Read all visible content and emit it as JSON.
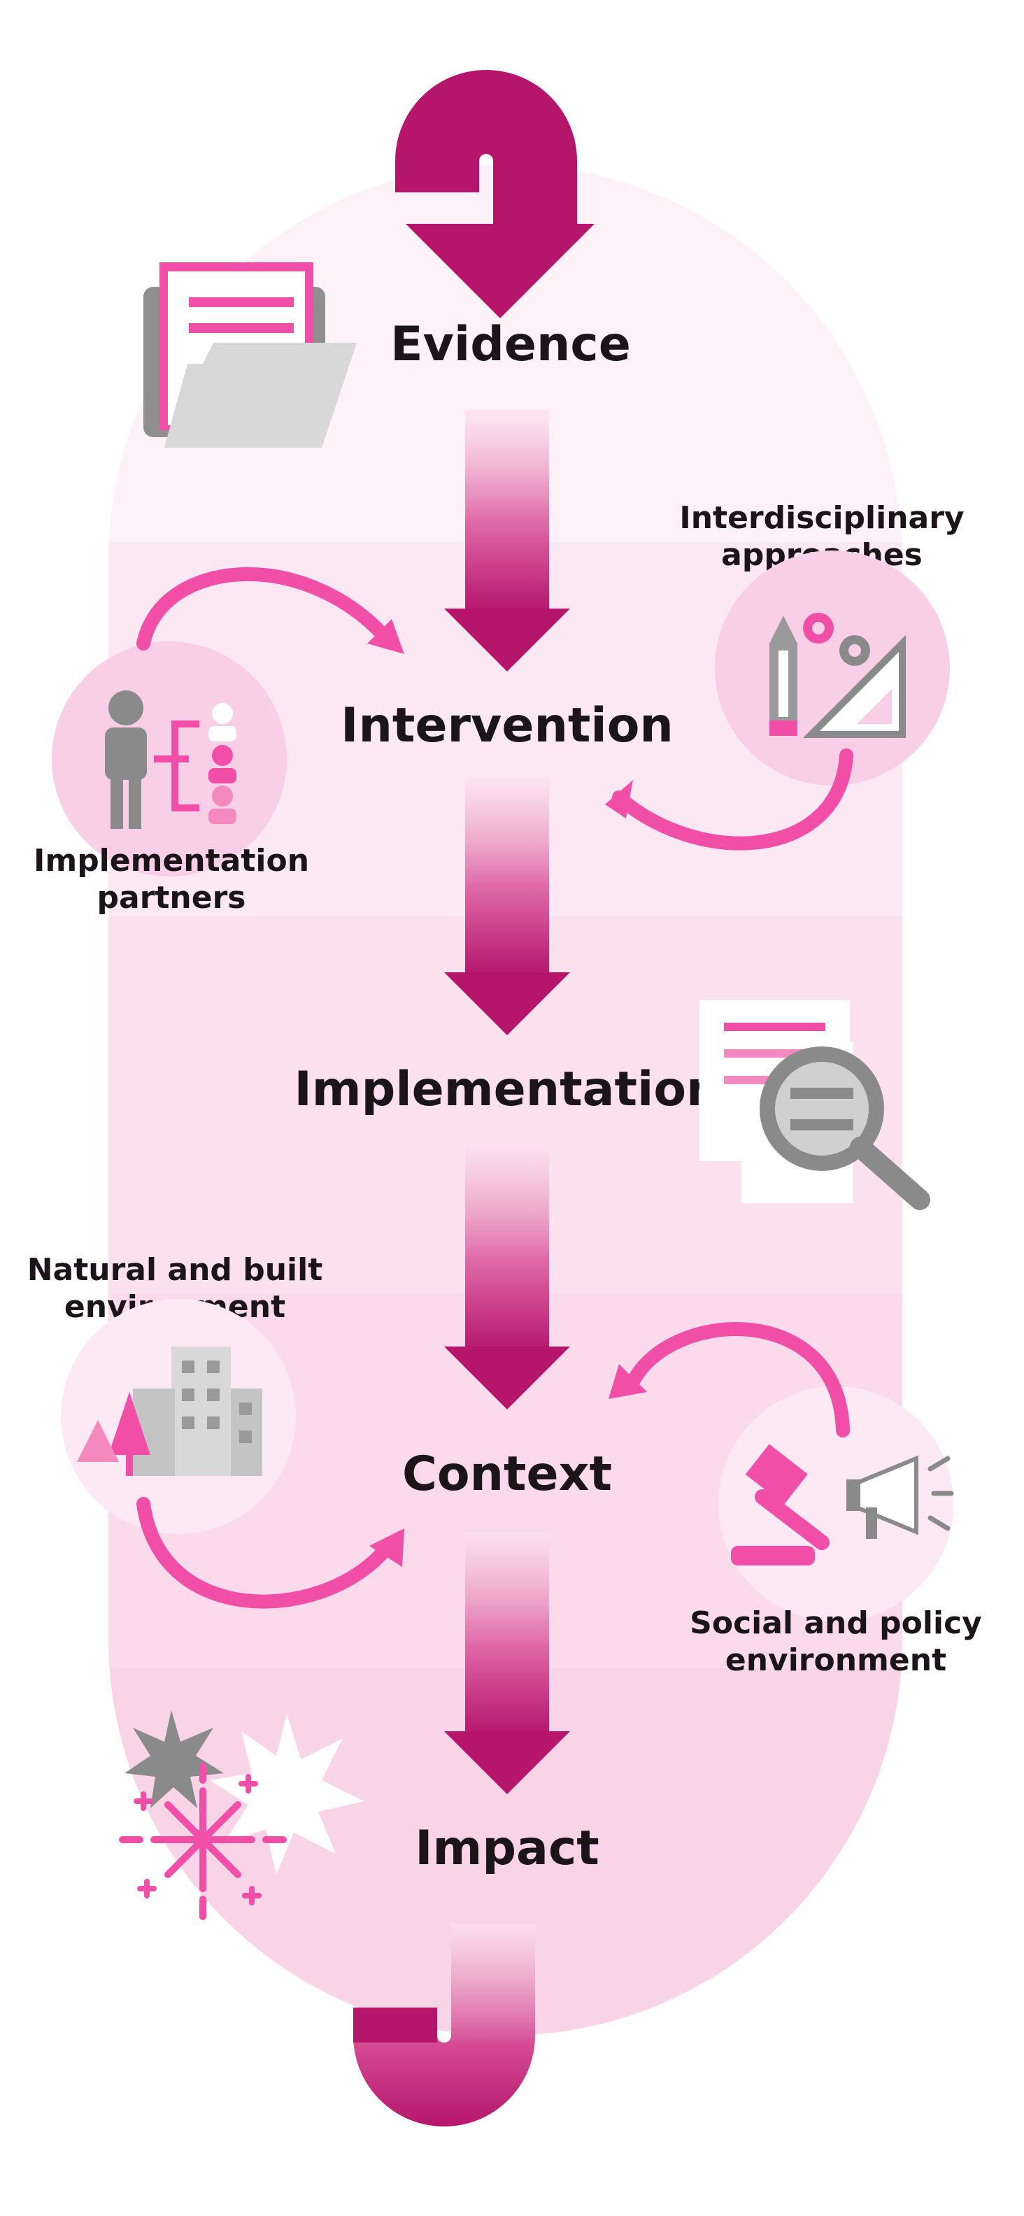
{
  "steps": [
    {
      "label": "Evidence"
    },
    {
      "label": "Intervention"
    },
    {
      "label": "Implementation"
    },
    {
      "label": "Context"
    },
    {
      "label": "Impact"
    }
  ],
  "influences": [
    {
      "lines": [
        "Interdisciplinary",
        "approaches"
      ],
      "icon": "pencil-gears-set-square-icon"
    },
    {
      "lines": [
        "Implementation",
        "partners"
      ],
      "icon": "org-chart-icon"
    },
    {
      "lines": [
        "Natural and built",
        "environment"
      ],
      "icon": "trees-buildings-icon"
    },
    {
      "lines": [
        "Social and policy",
        "environment"
      ],
      "icon": "gavel-megaphone-icon"
    }
  ],
  "icons": {
    "evidence": "folder-document-icon",
    "implementation": "magnifier-report-icon",
    "impact": "burst-firework-icon"
  },
  "colors": {
    "magenta": "#b5166b",
    "pink": "#f04ea7",
    "light_pink": "#f8cfe6",
    "pale_pink": "#fde9f3",
    "gray": "#9a9a9a",
    "text": "#1b1418"
  }
}
